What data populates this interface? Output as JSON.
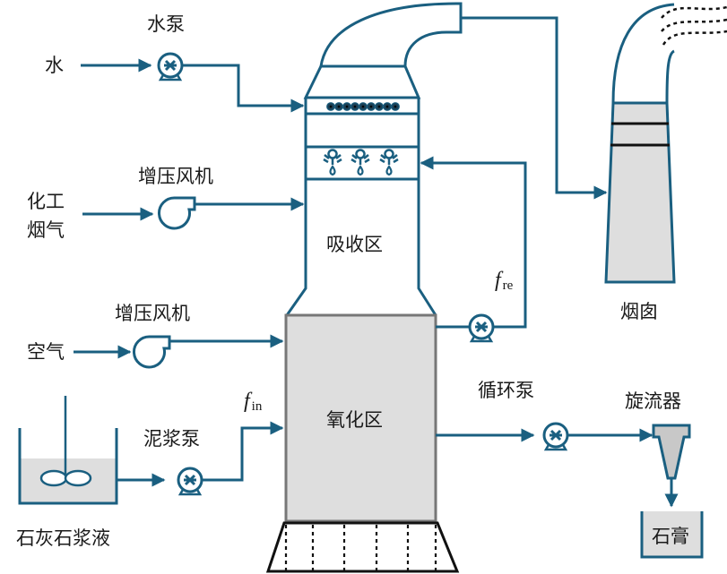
{
  "title": "石灰石-石膏湿法烟气脱硫工艺流程",
  "colors": {
    "pipe": "#1a5f80",
    "fill_gray": "#dedede",
    "cyclone_fill": "#c8c8c8",
    "black": "#111111"
  },
  "labels": {
    "water": "水",
    "water_pump": "水泵",
    "booster_fan_1": "增压风机",
    "flue_gas_line1": "化工",
    "flue_gas_line2": "烟气",
    "booster_fan_2": "增压风机",
    "air": "空气",
    "slurry_pump": "泥浆泵",
    "limestone_slurry": "石灰石浆液",
    "absorption_zone": "吸收区",
    "oxidation_zone": "氧化区",
    "chimney": "烟囱",
    "circulation_pump": "循环泵",
    "hydrocyclone": "旋流器",
    "gypsum": "石膏"
  },
  "flows": {
    "f_in": {
      "symbol": "f",
      "subscript": "in"
    },
    "f_re": {
      "symbol": "f",
      "subscript": "re"
    }
  },
  "icons": {
    "pump": "centrifugal-pump-icon",
    "fan": "blower-fan-icon",
    "nozzle": "spray-nozzle-icon",
    "demister": "demister-beads",
    "agitator": "agitator-icon"
  }
}
